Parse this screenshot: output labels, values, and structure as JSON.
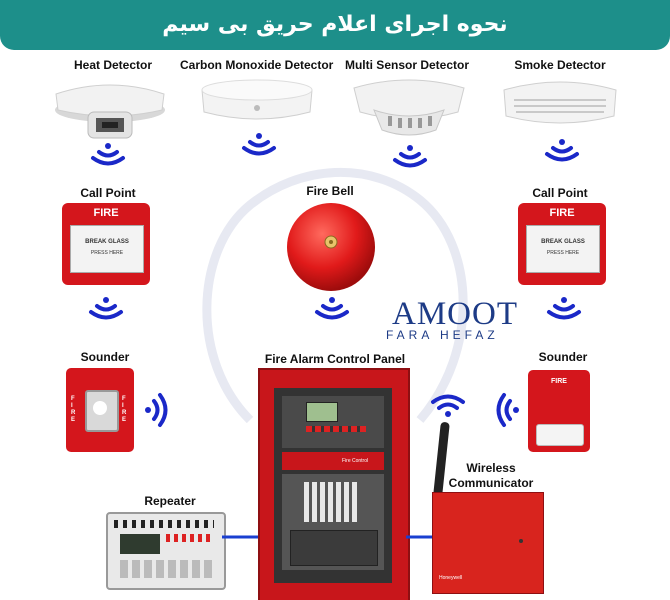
{
  "header": {
    "title": "نحوه اجرای اعلام حریق بی سیم"
  },
  "devices": {
    "heat_detector": "Heat Detector",
    "co_detector": "Carbon Monoxide Detector",
    "multi_sensor_detector": "Multi Sensor Detector",
    "smoke_detector": "Smoke Detector",
    "call_point_left": "Call Point",
    "fire_bell": "Fire Bell",
    "call_point_right": "Call Point",
    "sounder_left": "Sounder",
    "sounder_right": "Sounder",
    "control_panel": "Fire Alarm Control Panel",
    "repeater": "Repeater",
    "wireless_communicator_line1": "Wireless",
    "wireless_communicator_line2": "Communicator"
  },
  "device_text": {
    "fire": "FIRE",
    "break_glass": "BREAK GLASS",
    "press_here": "PRESS HERE",
    "panel_caption": "Fire Control",
    "honeywell": "Honeywell"
  },
  "brand": {
    "name": "AMOOT",
    "tagline": "FARA HEFAZ"
  },
  "colors": {
    "banner": "#1d8f8a",
    "signal": "#1a28c8",
    "device_red": "#d4161c",
    "link_line": "#1a3fd0"
  }
}
